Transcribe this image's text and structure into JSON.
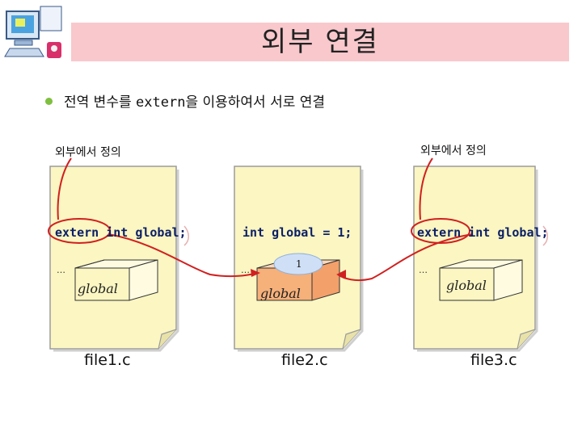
{
  "slide": {
    "title": "외부 연결",
    "bullet": {
      "prefix": "전역 변수를 ",
      "keyword": "extern",
      "suffix": "을 이용하여서 서로 연결"
    }
  },
  "diagram": {
    "annotations": {
      "left": "외부에서 정의",
      "right": "외부에서 정의"
    },
    "files": [
      {
        "name": "file1.c",
        "code_keyword": "extern",
        "code_rest": " int global;",
        "ellipsis": "…",
        "var_label": "global",
        "value": ""
      },
      {
        "name": "file2.c",
        "code_keyword": "",
        "code_rest": "int global = 1;",
        "ellipsis": "…",
        "var_label": "global",
        "value": "1"
      },
      {
        "name": "file3.c",
        "code_keyword": "extern",
        "code_rest": " int global;",
        "ellipsis": "…",
        "var_label": "global",
        "value": ""
      }
    ],
    "colors": {
      "page": "#fbf6c2",
      "page_border": "#9b9b9b",
      "arrow": "#d12020",
      "box_fill_shared": "#f6b07a"
    }
  }
}
